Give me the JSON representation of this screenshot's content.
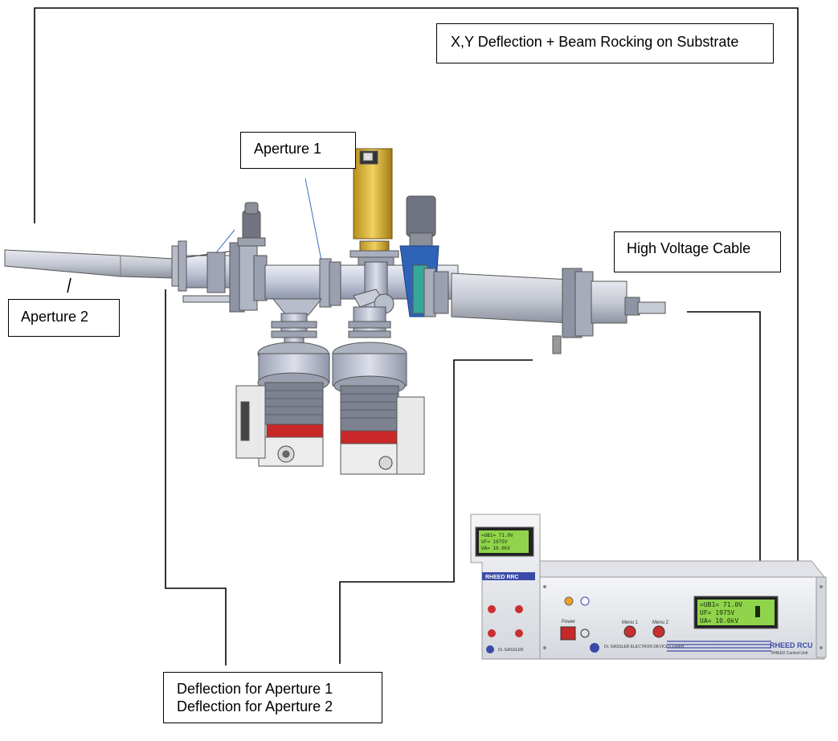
{
  "labels": {
    "xy_deflection": "X,Y Deflection + Beam Rocking on Substrate",
    "aperture_1": "Aperture  1",
    "aperture_2": "Aperture 2",
    "high_voltage_cable": "High Voltage Cable",
    "deflection_line_1": "Deflection for Aperture 1",
    "deflection_line_2": "Deflection for Aperture 2"
  },
  "remote_unit": {
    "lcd_line_1": "=UB1=  71.0V",
    "lcd_line_2": "UF=   1975V",
    "lcd_line_3": "UA=  10.0kV",
    "brand": "RHEED RRC",
    "maker": "Dr. GASSLER"
  },
  "control_unit": {
    "lcd_line_1": "=UB1=  71.0V",
    "lcd_line_2": "UF=    1975V",
    "lcd_line_3": "UA=  10.0kV",
    "power_label": "Power",
    "menu_1_label": "Menu 1",
    "menu_2_label": "Menu 2",
    "brand": "RHEED RCU",
    "subtitle": "RHEED Control Unit",
    "maker": "Dr. GASSLER ELECTRON DEVICES GmbH"
  },
  "colors": {
    "line": "#000000",
    "leader": "#3a6fc4",
    "chamber": "#c7ccd8",
    "flange": "#aab0bf",
    "gauge_gold": "#d8b030",
    "valve_blue": "#2f63b8",
    "pump_red": "#c82828",
    "lcd": "#8fd44a"
  }
}
